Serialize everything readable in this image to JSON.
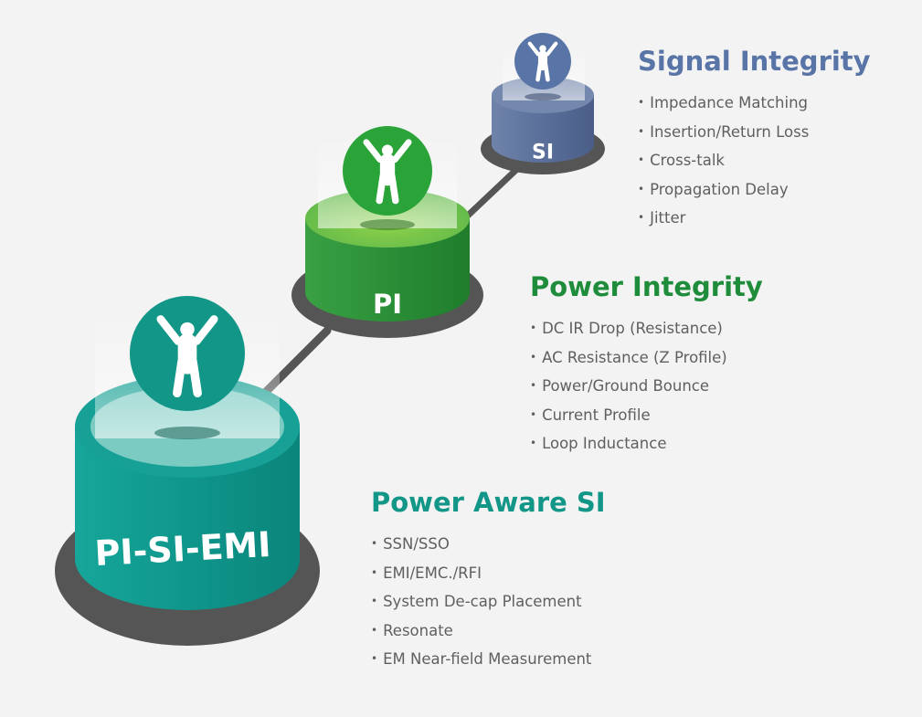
{
  "colors": {
    "si": "#5974a6",
    "pi": "#1e8c3a",
    "pa": "#129688",
    "text": "#5f5f5f",
    "ring": "#555555"
  },
  "pedestals": {
    "si": {
      "label": "SI",
      "icon": "person-arms-raised-icon"
    },
    "pi": {
      "label": "PI",
      "icon": "person-arms-raised-icon"
    },
    "pa": {
      "label": "PI-SI-EMI",
      "icon": "person-arms-raised-icon"
    }
  },
  "sections": {
    "si": {
      "title": "Signal Integrity",
      "items": [
        "Impedance Matching",
        "Insertion/Return Loss",
        "Cross-talk",
        "Propagation Delay",
        "Jitter"
      ]
    },
    "pi": {
      "title": "Power Integrity",
      "items": [
        "DC IR Drop (Resistance)",
        "AC Resistance (Z Profile)",
        "Power/Ground Bounce",
        "Current Profile",
        "Loop Inductance"
      ]
    },
    "pa": {
      "title": "Power Aware SI",
      "items": [
        "SSN/SSO",
        "EMI/EMC./RFI",
        "System De-cap Placement",
        "Resonate",
        "EM Near-field Measurement"
      ]
    }
  }
}
